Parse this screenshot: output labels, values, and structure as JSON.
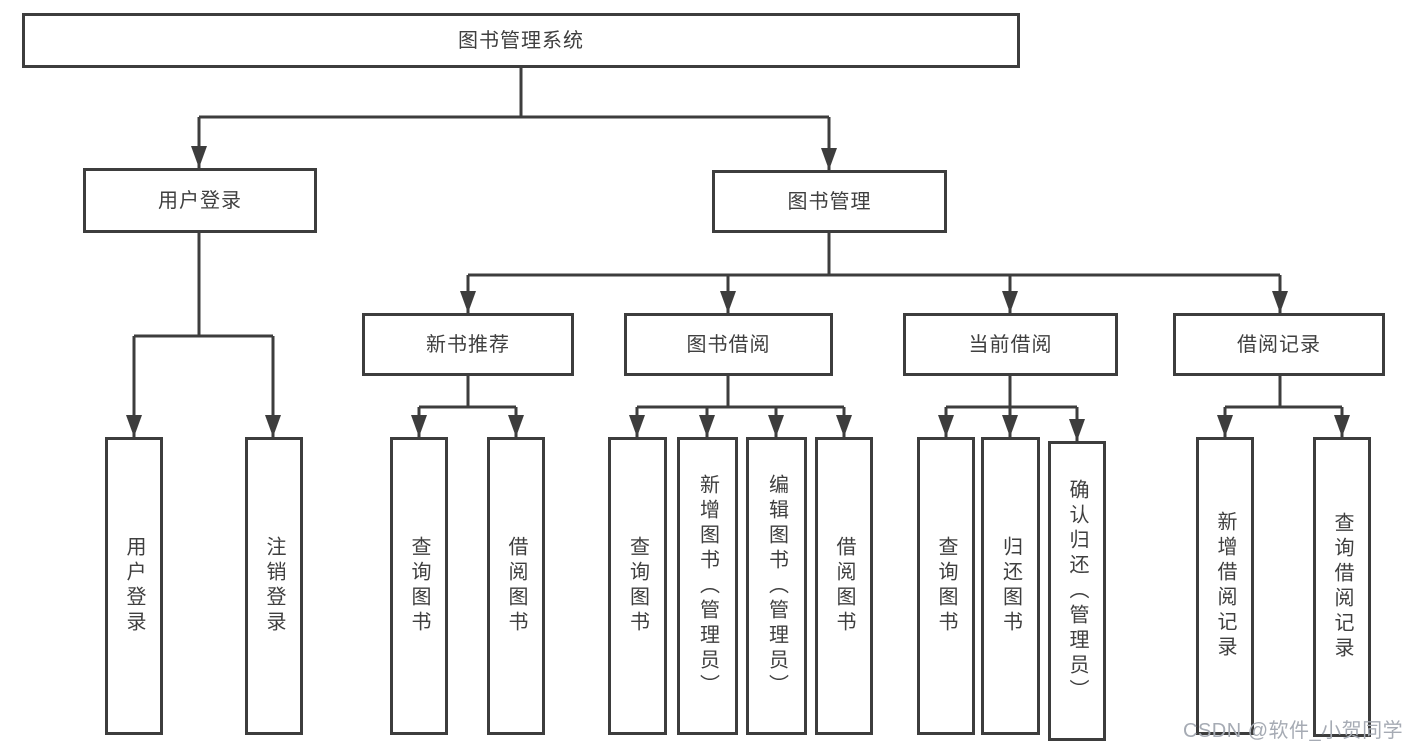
{
  "diagram_type": "hierarchy-tree",
  "tree": {
    "label": "图书管理系统",
    "children": [
      {
        "label": "用户登录",
        "children": [
          {
            "label": "用户登录"
          },
          {
            "label": "注销登录"
          }
        ]
      },
      {
        "label": "图书管理",
        "children": [
          {
            "label": "新书推荐",
            "children": [
              {
                "label": "查询图书"
              },
              {
                "label": "借阅图书"
              }
            ]
          },
          {
            "label": "图书借阅",
            "children": [
              {
                "label": "查询图书"
              },
              {
                "label": "新增图书（管理员）"
              },
              {
                "label": "编辑图书（管理员）"
              },
              {
                "label": "借阅图书"
              }
            ]
          },
          {
            "label": "当前借阅",
            "children": [
              {
                "label": "查询图书"
              },
              {
                "label": "归还图书"
              },
              {
                "label": "确认归还（管理员）"
              }
            ]
          },
          {
            "label": "借阅记录",
            "children": [
              {
                "label": "新增借阅记录"
              },
              {
                "label": "查询借阅记录"
              }
            ]
          }
        ]
      }
    ]
  },
  "watermark": {
    "text": "CSDN @软件_小贺同学"
  },
  "colors": {
    "line": "#3d3d3d",
    "text": "#3f3f3f",
    "watermark": "#a6abb4",
    "background": "#ffffff"
  }
}
